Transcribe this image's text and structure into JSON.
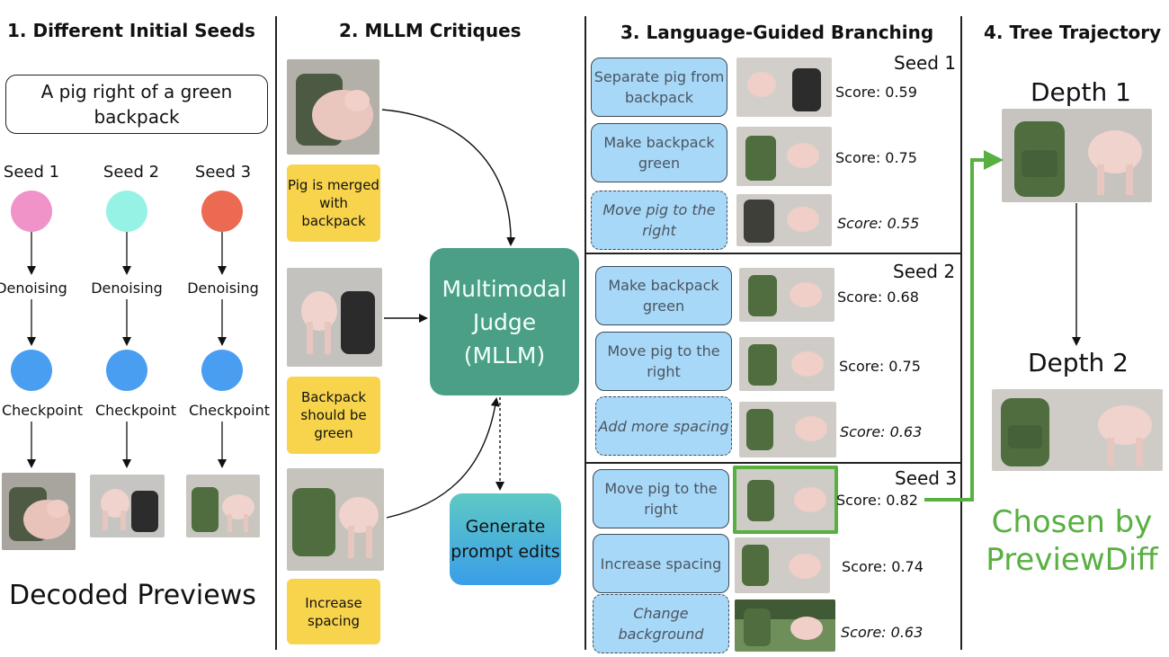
{
  "headers": {
    "col1": "1. Different Initial Seeds",
    "col2": "2. MLLM Critiques",
    "col3": "3. Language-Guided Branching",
    "col4": "4. Tree Trajectory"
  },
  "col1": {
    "prompt": "A pig right of a green backpack",
    "seeds": [
      {
        "label": "Seed 1",
        "color": "#ef93c8"
      },
      {
        "label": "Seed 2",
        "color": "#97f2e6"
      },
      {
        "label": "Seed 3",
        "color": "#ec6a52"
      }
    ],
    "step_denoise": "Denoising",
    "step_checkpoint": "Checkpoint",
    "checkpoint_color": "#4a9ef2",
    "footer": "Decoded Previews"
  },
  "col2": {
    "critiques": [
      "Pig is merged with backpack",
      "Backpack should be green",
      "Increase spacing"
    ],
    "judge": "Multimodal Judge (MLLM)",
    "generate": "Generate prompt edits"
  },
  "col3": {
    "groups": [
      {
        "seed": "Seed 1",
        "branches": [
          {
            "text": "Separate pig from backpack",
            "score": "Score: 0.59",
            "dashed": false
          },
          {
            "text": "Make backpack green",
            "score": "Score: 0.75",
            "dashed": false
          },
          {
            "text": "Move pig to the right",
            "score": "Score: 0.55",
            "dashed": true
          }
        ]
      },
      {
        "seed": "Seed 2",
        "branches": [
          {
            "text": "Make backpack green",
            "score": "Score: 0.68",
            "dashed": false
          },
          {
            "text": "Move pig to the right",
            "score": "Score: 0.75",
            "dashed": false
          },
          {
            "text": "Add more spacing",
            "score": "Score: 0.63",
            "dashed": true
          }
        ]
      },
      {
        "seed": "Seed 3",
        "branches": [
          {
            "text": "Move pig to the right",
            "score": "Score: 0.82",
            "dashed": false
          },
          {
            "text": "Increase spacing",
            "score": "Score: 0.74",
            "dashed": false
          },
          {
            "text": "Change background",
            "score": "Score: 0.63",
            "dashed": true
          }
        ]
      }
    ]
  },
  "col4": {
    "depth1": "Depth 1",
    "depth2": "Depth 2",
    "chosen": "Chosen by PreviewDiff",
    "highlight_color": "#58b040"
  }
}
